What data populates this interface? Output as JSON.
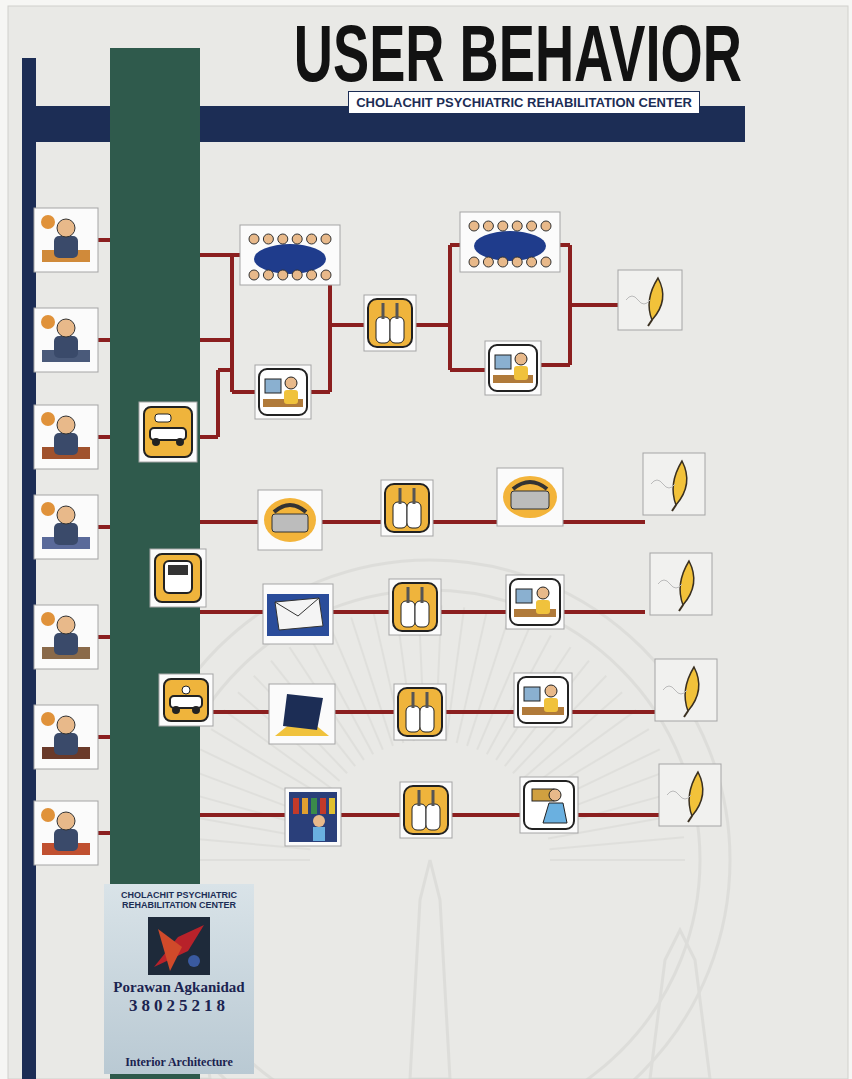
{
  "diagram": {
    "title": "USER BEHAVIOR",
    "nodes": [
      {
        "text": [
          "CHOLACHIT PSYCHIATRIC REHABILITATION CENTER"
        ]
      },
      {
        "text": [
          "CHOLACHIT PSYCHIATRIC REHABILITATION CENTER",
          "Porawan Agkanidad",
          "38025218",
          "Interior Architecture"
        ]
      }
    ]
  }
}
